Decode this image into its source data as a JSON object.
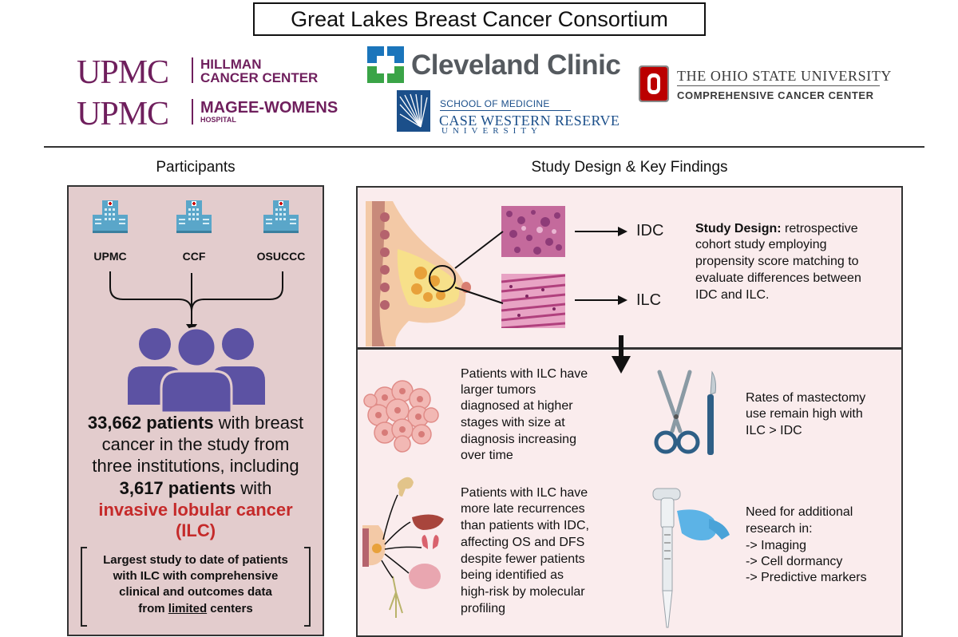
{
  "header": {
    "title": "Great Lakes Breast Cancer Consortium"
  },
  "logos": {
    "upmc_hillman": {
      "mark": "UPMC",
      "line1": "HILLMAN",
      "line2": "CANCER CENTER"
    },
    "upmc_magee": {
      "mark": "UPMC",
      "line1": "MAGEE-WOMENS",
      "line2": "HOSPITAL"
    },
    "cleveland_clinic": {
      "name": "Cleveland Clinic"
    },
    "cwru": {
      "line1": "SCHOOL OF MEDICINE",
      "line2": "CASE WESTERN RESERVE",
      "line3": "UNIVERSITY"
    },
    "osu": {
      "line1": "THE OHIO STATE UNIVERSITY",
      "line2": "COMPREHENSIVE CANCER CENTER"
    }
  },
  "sections": {
    "participants": "Participants",
    "study": "Study Design & Key Findings"
  },
  "participants": {
    "institutions": [
      "UPMC",
      "CCF",
      "OSUCCC"
    ],
    "line1_bold": "33,662 patients",
    "line1_rest": " with breast",
    "line2": "cancer in the study from",
    "line3": "three institutions, including",
    "line4_bold": "3,617 patients",
    "line4_rest": " with",
    "line5": "invasive lobular cancer",
    "line6": "(ILC)",
    "note_line1": "Largest study to date of patients",
    "note_line2": "with ILC with comprehensive",
    "note_line3": "clinical and outcomes data",
    "note_line4_pre": "from ",
    "note_line4_u": "limited",
    "note_line4_post": " centers"
  },
  "study_design": {
    "label_idc": "IDC",
    "label_ilc": "ILC",
    "title": "Study Design:",
    "lines": [
      "retrospective",
      "cohort study employing",
      "propensity score matching to",
      "evaluate differences between",
      "IDC and ILC."
    ]
  },
  "findings": {
    "f1": [
      "Patients with ILC have",
      "larger tumors",
      "diagnosed at higher",
      "stages with size at",
      "diagnosis increasing",
      "over time"
    ],
    "f2": [
      "Rates of mastectomy",
      "use remain high with",
      "ILC > IDC"
    ],
    "f3": [
      "Patients with ILC have",
      "more late recurrences",
      "than patients with IDC,",
      "affecting OS and DFS",
      "despite fewer patients",
      "being identified as",
      "high-risk by molecular",
      "profiling"
    ],
    "f4": [
      "Need for additional",
      "research in:",
      "-> Imaging",
      "-> Cell dormancy",
      "-> Predictive markers"
    ]
  },
  "colors": {
    "upmc_purple": "#6f1f5d",
    "cc_blue": "#1b75bb",
    "cc_green": "#3aa447",
    "osu_red": "#bb0000",
    "people_purple": "#5c52a3",
    "ilc_red": "#c52a2a",
    "panel_left": "#e3cccd",
    "panel_right": "#faeced"
  }
}
